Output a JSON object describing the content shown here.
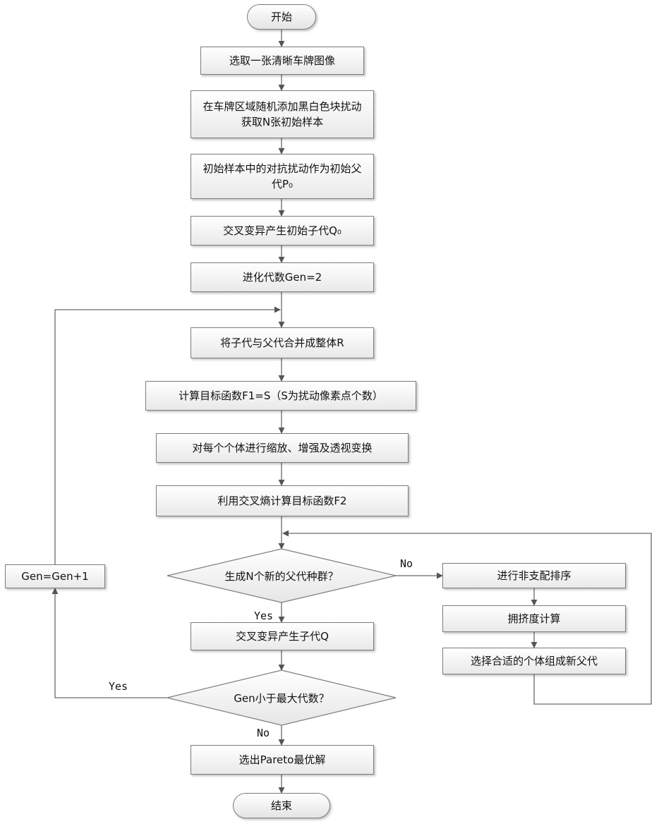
{
  "nodes": {
    "start": "开始",
    "select_image": "选取一张清晰车牌图像",
    "add_blocks": "在车牌区域随机添加黑白色块扰动获取N张初始样本",
    "initial_parent": "初始样本中的对抗扰动作为初始父代P₀",
    "initial_child": "交叉变异产生初始子代Q₀",
    "gen_init": "进化代数Gen=2",
    "merge": "将子代与父代合并成整体R",
    "compute_f1": "计算目标函数F1=S（S为扰动像素点个数）",
    "transform": "对每个个体进行缩放、增强及透视变换",
    "compute_f2": "利用交叉熵计算目标函数F2",
    "decision_new_parent": "生成N个新的父代种群？",
    "nondominated_sort": "进行非支配排序",
    "crowding": "拥挤度计算",
    "select_new_parent": "选择合适的个体组成新父代",
    "crossover_child": "交叉变异产生子代Q",
    "decision_max_gen": "Gen小于最大代数？",
    "gen_increment": "Gen=Gen+1",
    "select_pareto": "选出Pareto最优解",
    "end": "结束"
  },
  "edge_labels": {
    "no_1": "No",
    "yes_1": "Yes",
    "yes_2": "Yes",
    "no_2": "No"
  }
}
